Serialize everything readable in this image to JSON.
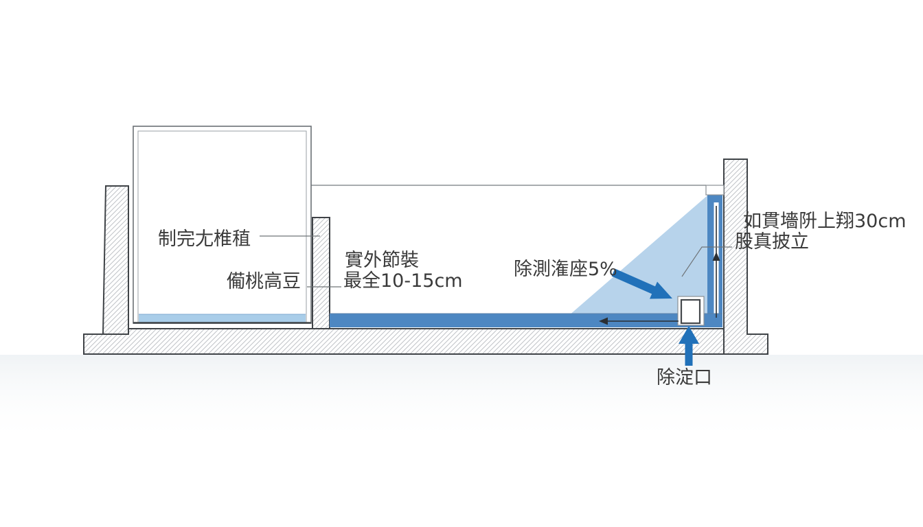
{
  "diagram": {
    "title_hint": "pool-drainage-cross-section",
    "labels": {
      "tank_label": "制完尢椎稙",
      "divider_label": "僃桃高豆",
      "lining_label_line1": "實外節裝",
      "lining_label_line2": "最全10-15cm",
      "slope_label": "除測潅座5%",
      "wall_label_line1": "如貫墻阩上翔30cm",
      "wall_label_line2": "股真披立",
      "drain_label": "除淀口"
    },
    "colors": {
      "water_light_blue": "#a9cde9",
      "wedge_light_blue": "#b7d3eb",
      "lining_dark_blue": "#4d87c2",
      "arrow_blue": "#2171b9",
      "outline_gray": "#3f4347",
      "hatch_gray": "#c0c3c7",
      "text_gray": "#3a3a3a"
    }
  }
}
